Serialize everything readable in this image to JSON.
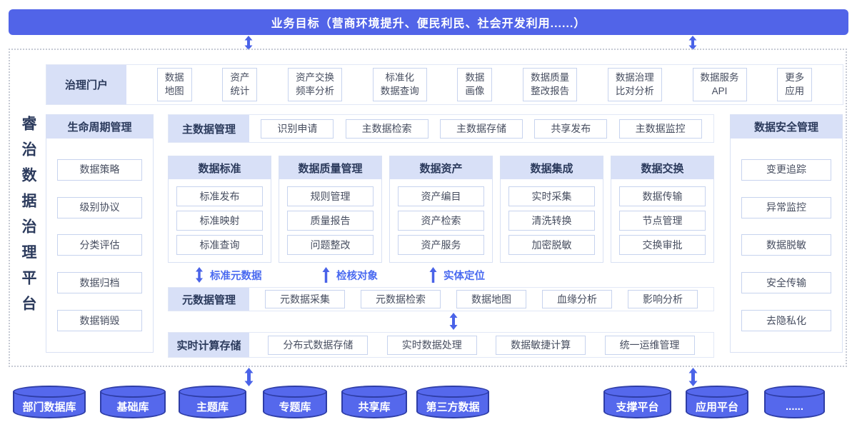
{
  "banner": {
    "title": "业务目标（营商环境提升、便民利民、社会开发利用......）"
  },
  "side_title": "睿治数据治理平台",
  "portal": {
    "label": "治理门户",
    "items": [
      {
        "l1": "数据",
        "l2": "地图"
      },
      {
        "l1": "资产",
        "l2": "统计"
      },
      {
        "l1": "资产交换",
        "l2": "频率分析"
      },
      {
        "l1": "标准化",
        "l2": "数据查询"
      },
      {
        "l1": "数据",
        "l2": "画像"
      },
      {
        "l1": "数据质量",
        "l2": "整改报告"
      },
      {
        "l1": "数据治理",
        "l2": "比对分析"
      },
      {
        "l1": "数据服务",
        "l2": "API"
      },
      {
        "l1": "更多",
        "l2": "应用"
      }
    ]
  },
  "lifecycle": {
    "title": "生命周期管理",
    "items": [
      "数据策略",
      "级别协议",
      "分类评估",
      "数据归档",
      "数据销毁"
    ]
  },
  "master": {
    "label": "主数据管理",
    "items": [
      "识别申请",
      "主数据检索",
      "主数据存储",
      "共享发布",
      "主数据监控"
    ]
  },
  "columns": [
    {
      "title": "数据标准",
      "items": [
        "标准发布",
        "标准映射",
        "标准查询"
      ]
    },
    {
      "title": "数据质量管理",
      "items": [
        "规则管理",
        "质量报告",
        "问题整改"
      ]
    },
    {
      "title": "数据资产",
      "items": [
        "资产编目",
        "资产检索",
        "资产服务"
      ]
    },
    {
      "title": "数据集成",
      "items": [
        "实时采集",
        "清洗转换",
        "加密脱敏"
      ]
    },
    {
      "title": "数据交换",
      "items": [
        "数据传输",
        "节点管理",
        "交换审批"
      ]
    }
  ],
  "flows": [
    {
      "label": "标准元数据"
    },
    {
      "label": "检核对象"
    },
    {
      "label": "实体定位"
    }
  ],
  "metadata": {
    "label": "元数据管理",
    "items": [
      "元数据采集",
      "元数据检索",
      "数据地图",
      "血缘分析",
      "影响分析"
    ]
  },
  "compute": {
    "label": "实时计算存储",
    "items": [
      "分布式数据存储",
      "实时数据处理",
      "数据敏捷计算",
      "统一运维管理"
    ]
  },
  "security": {
    "title": "数据安全管理",
    "items": [
      "变更追踪",
      "异常监控",
      "数据脱敏",
      "安全传输",
      "去隐私化"
    ]
  },
  "databases": [
    "部门数据库",
    "基础库",
    "主题库",
    "专题库",
    "共享库",
    "第三方数据"
  ],
  "platforms": [
    "支撑平台",
    "应用平台",
    "......"
  ],
  "colors": {
    "accent": "#5164e8",
    "header_bg": "#d8e0f7",
    "navy": "#2b3a5c",
    "arrow": "#4a63e8"
  }
}
